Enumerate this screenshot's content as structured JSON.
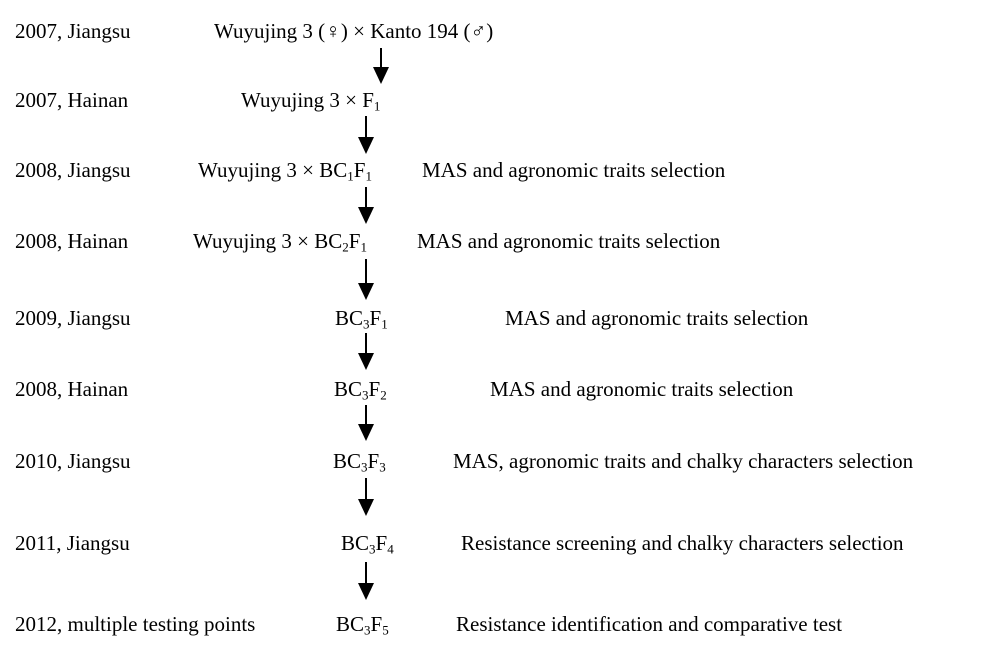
{
  "colors": {
    "text": "#000000",
    "arrow": "#000000",
    "background": "#ffffff"
  },
  "rows": [
    {
      "place_time": "2007, Jiangsu",
      "cross": {
        "a": "Wuyujing 3 (♀) × Kanto 194 (♂)"
      },
      "note": ""
    },
    {
      "place_time": "2007, Hainan",
      "cross": {
        "a": "Wuyujing 3 × F",
        "b": "1"
      },
      "note": ""
    },
    {
      "place_time": "2008, Jiangsu",
      "cross": {
        "a": "Wuyujing 3 × BC",
        "b": "1",
        "c": "F",
        "d": "1"
      },
      "note": "MAS and agronomic traits selection"
    },
    {
      "place_time": "2008, Hainan",
      "cross": {
        "a": "Wuyujing 3 × BC",
        "b": "2",
        "c": "F",
        "d": "1"
      },
      "note": "MAS and agronomic traits selection"
    },
    {
      "place_time": "2009, Jiangsu",
      "cross": {
        "a": "BC",
        "b": "3",
        "c": "F",
        "d": "1"
      },
      "note": "MAS and agronomic traits selection"
    },
    {
      "place_time": "2008, Hainan",
      "cross": {
        "a": "BC",
        "b": "3",
        "c": "F",
        "d": "2"
      },
      "note": "MAS and agronomic traits selection"
    },
    {
      "place_time": "2010, Jiangsu",
      "cross": {
        "a": "BC",
        "b": "3",
        "c": "F",
        "d": "3"
      },
      "note": "MAS, agronomic traits and chalky characters selection"
    },
    {
      "place_time": "2011, Jiangsu",
      "cross": {
        "a": "BC",
        "b": "3",
        "c": "F",
        "d": "4"
      },
      "note": "Resistance screening and chalky characters selection"
    },
    {
      "place_time": "2012, multiple testing points",
      "cross": {
        "a": "BC",
        "b": "3",
        "c": "F",
        "d": "5"
      },
      "note": "Resistance identification and comparative test"
    }
  ]
}
